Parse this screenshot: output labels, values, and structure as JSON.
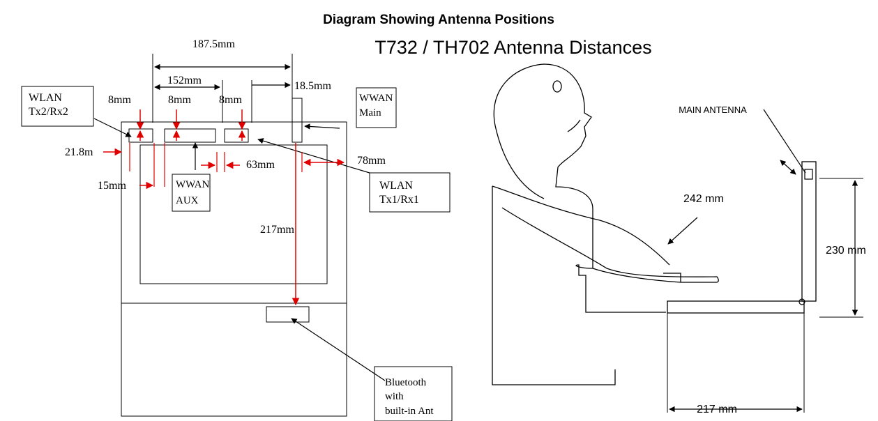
{
  "figure": {
    "title": "Diagram Showing Antenna Positions"
  },
  "left_diagram": {
    "dims": {
      "d187": "187.5mm",
      "d152": "152mm",
      "d18": "18.5mm",
      "d8a": "8mm",
      "d8b": "8mm",
      "d8c": "8mm",
      "d21": "21.8m",
      "d63": "63mm",
      "d78": "78mm",
      "d15": "15mm",
      "d217": "217mm"
    },
    "labels": {
      "wlan_tx2_l1": "WLAN",
      "wlan_tx2_l2": "Tx2/Rx2",
      "wwan_main_l1": "WWAN",
      "wwan_main_l2": "Main",
      "wwan_aux_l1": "WWAN",
      "wwan_aux_l2": "AUX",
      "wlan_tx1_l1": "WLAN",
      "wlan_tx1_l2": "Tx1/Rx1",
      "bt_l1": "Bluetooth",
      "bt_l2": "with",
      "bt_l3": "built-in Ant"
    },
    "colors": {
      "dimension_arrows": "#e00000",
      "lines": "#000000"
    }
  },
  "right_diagram": {
    "title": "T732 / TH702 Antenna Distances",
    "main_antenna_label": "MAIN ANTENNA",
    "d242": "242 mm",
    "d230": "230 mm",
    "d217": "217 mm"
  }
}
